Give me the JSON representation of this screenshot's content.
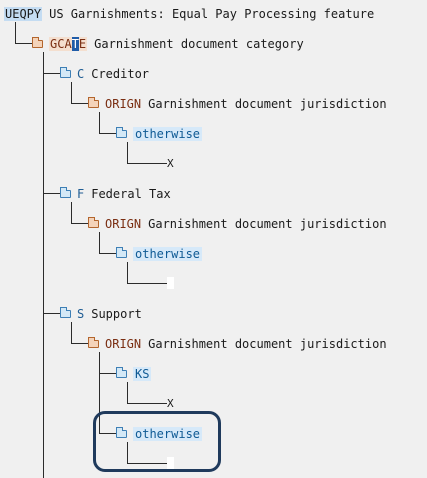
{
  "root": {
    "code": "UEQPY",
    "text": "US Garnishments: Equal Pay Processing feature"
  },
  "category": {
    "code_prefix": "GCA",
    "code_cursor": "T",
    "code_suffix": "E",
    "text": "Garnishment document category"
  },
  "branches": [
    {
      "code": "C",
      "label": "Creditor",
      "decision": {
        "code": "ORIGN",
        "text": "Garnishment document jurisdiction"
      },
      "values": [
        {
          "label": "otherwise",
          "result": "X"
        }
      ]
    },
    {
      "code": "F",
      "label": "Federal Tax",
      "decision": {
        "code": "ORIGN",
        "text": "Garnishment document jurisdiction"
      },
      "values": [
        {
          "label": "otherwise",
          "result": ""
        }
      ]
    },
    {
      "code": "S",
      "label": "Support",
      "decision": {
        "code": "ORIGN",
        "text": "Garnishment document jurisdiction"
      },
      "values": [
        {
          "label": "KS",
          "result": "X"
        },
        {
          "label": "otherwise",
          "result": ""
        }
      ]
    }
  ],
  "icons": {
    "decision_folder": "folder-open-icon",
    "value_folder": "folder-icon"
  },
  "colors": {
    "background": "#f0f0f0",
    "decision_accent": "#f4d3b9",
    "value_accent": "#d3e8f6",
    "highlight_border": "#1f3a5c",
    "cursor": "#1f5ca8"
  }
}
